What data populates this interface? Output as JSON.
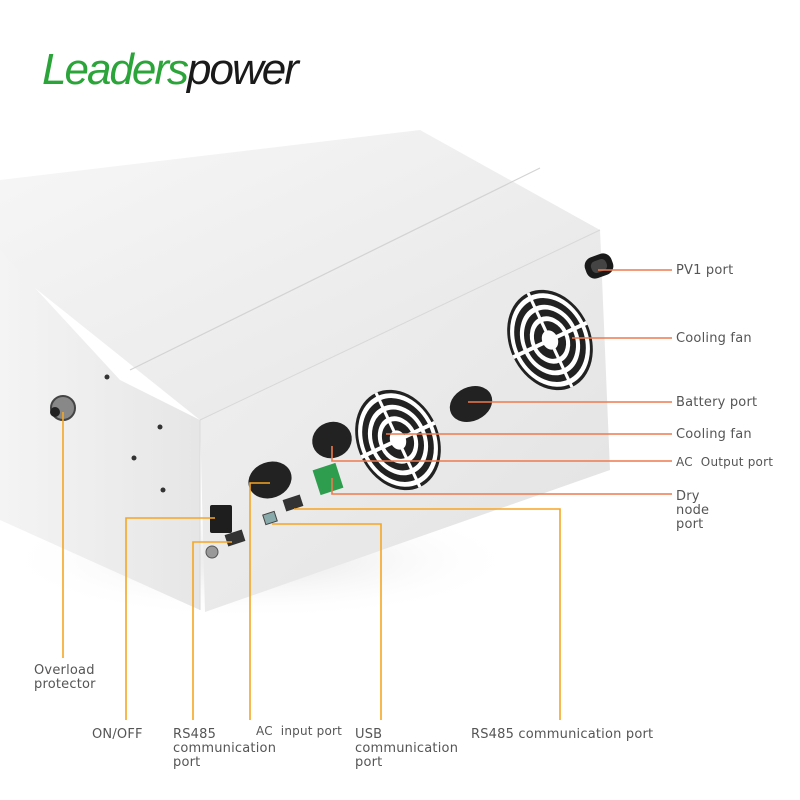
{
  "brand": {
    "part1": "Leaders",
    "part2": "power",
    "colors": {
      "green": "#2ba43a",
      "black": "#1a1a1a"
    }
  },
  "colors": {
    "orange_line": "#ee7a4e",
    "yellow_line": "#f5a623",
    "label_text": "#555555"
  },
  "labels": {
    "right": [
      {
        "id": "pv1",
        "text": "PV1 port"
      },
      {
        "id": "fan1",
        "text": "Cooling fan"
      },
      {
        "id": "battery",
        "text": "Battery port"
      },
      {
        "id": "fan2",
        "text": "Cooling fan"
      },
      {
        "id": "ac_output",
        "text": "AC  Output port"
      },
      {
        "id": "dry_node",
        "lines": [
          "Dry",
          "node",
          "port"
        ]
      }
    ],
    "bottom": [
      {
        "id": "overload",
        "lines": [
          "Overload",
          "protector"
        ]
      },
      {
        "id": "onoff",
        "text": "ON/OFF"
      },
      {
        "id": "rs485_a",
        "lines": [
          "RS485",
          "communication",
          "port"
        ]
      },
      {
        "id": "ac_input",
        "text": "AC  input port"
      },
      {
        "id": "usb",
        "lines": [
          "USB",
          "communication",
          "port"
        ]
      },
      {
        "id": "rs485_b",
        "text": "RS485 communication port"
      }
    ]
  }
}
